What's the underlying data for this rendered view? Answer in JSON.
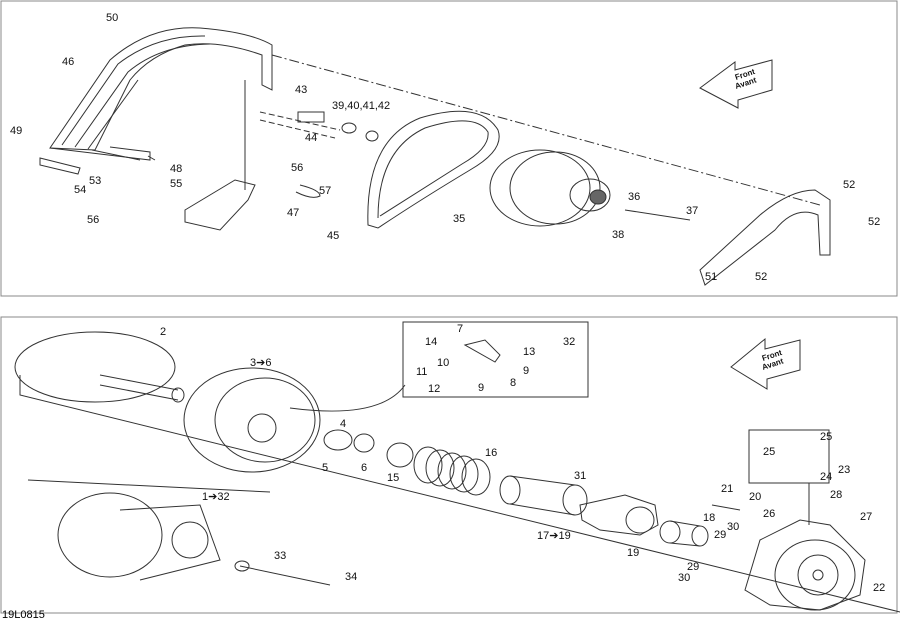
{
  "drawing_code": "19L0815",
  "front_arrow": {
    "line1": "Front",
    "line2": "Avant"
  },
  "top_panel": {
    "labels": [
      "50",
      "46",
      "43",
      "39,40,41,42",
      "44",
      "49",
      "48",
      "53",
      "54",
      "56",
      "57",
      "55",
      "47",
      "56",
      "45",
      "35",
      "36",
      "37",
      "38",
      "52",
      "52",
      "51",
      "52"
    ]
  },
  "bottom_panel": {
    "labels": [
      "2",
      "3➔6",
      "4",
      "5",
      "6",
      "15",
      "16",
      "31",
      "1➔32",
      "33",
      "34",
      "17➔19",
      "19",
      "21",
      "20",
      "18",
      "30",
      "29",
      "26",
      "25",
      "25",
      "23",
      "24",
      "28",
      "27",
      "29",
      "30",
      "22",
      "7",
      "14",
      "32",
      "13",
      "10",
      "11",
      "9",
      "12",
      "9",
      "8"
    ]
  },
  "colors": {
    "line": "#333333",
    "frame": "#888888"
  }
}
